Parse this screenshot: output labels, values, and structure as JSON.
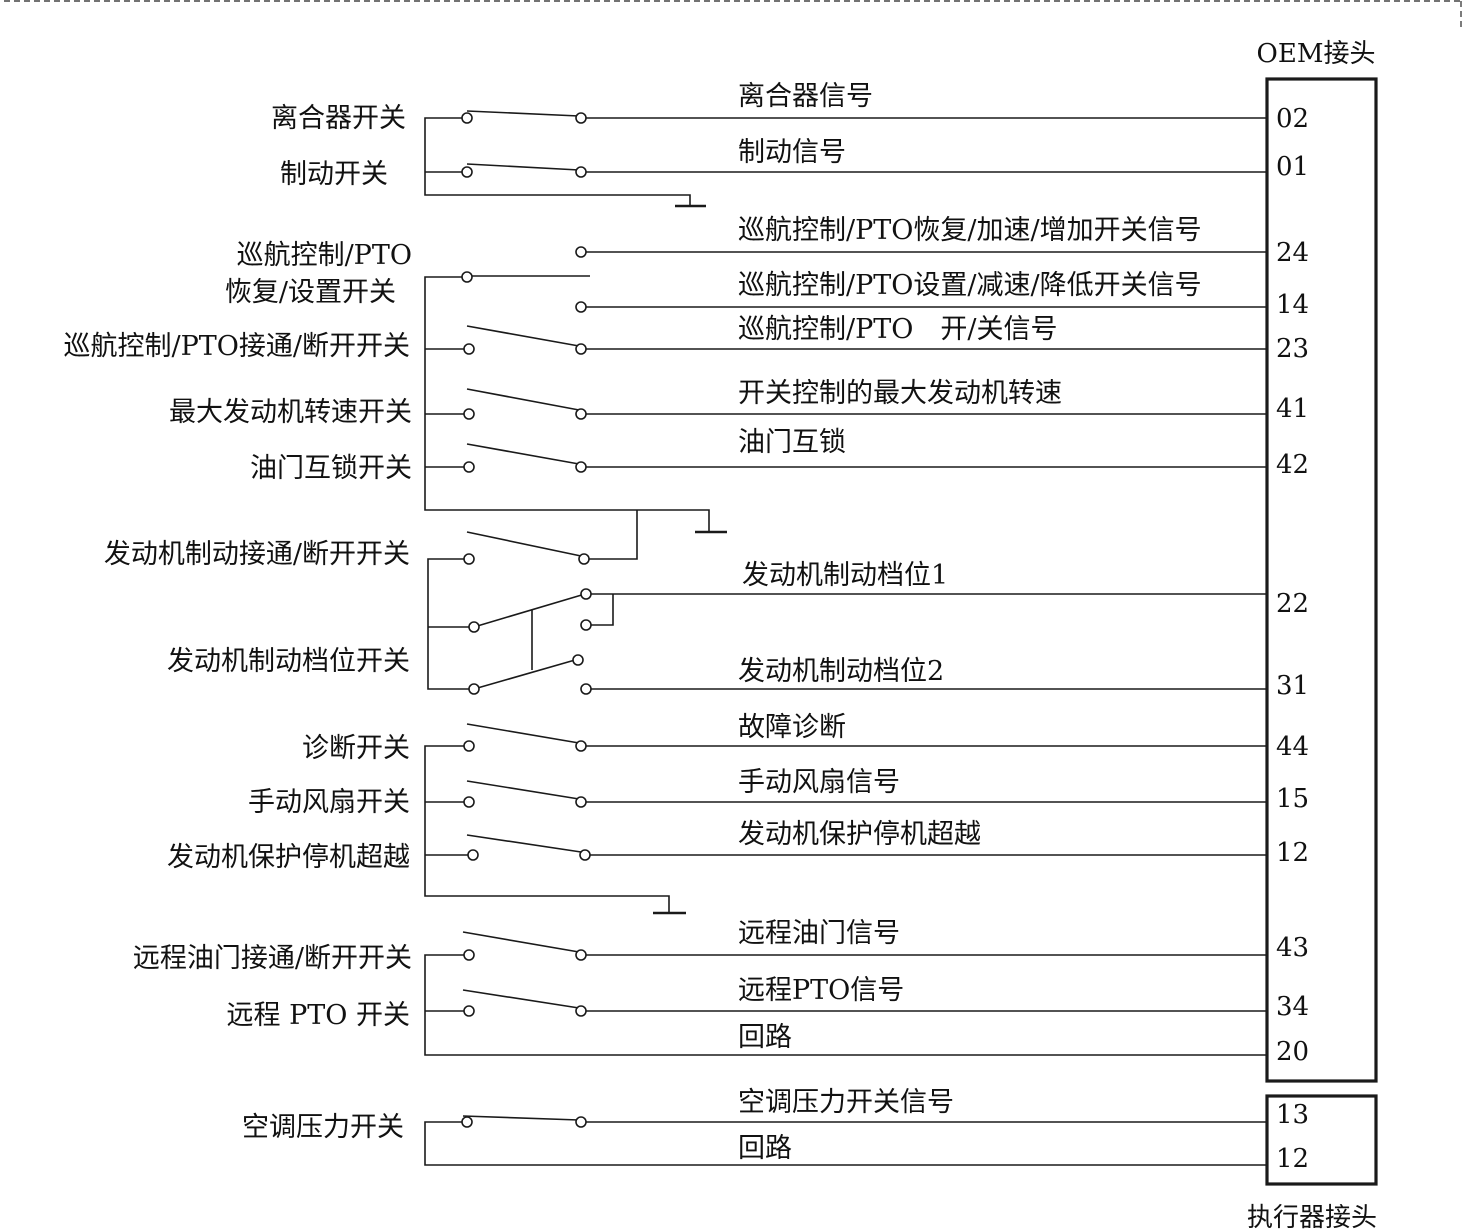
{
  "connectors": {
    "oem": {
      "title": "OEM接头",
      "pins": [
        "02",
        "01",
        "24",
        "14",
        "23",
        "41",
        "42",
        "22",
        "31",
        "44",
        "15",
        "12",
        "43",
        "34",
        "20"
      ]
    },
    "actuator": {
      "title": "执行器接头",
      "pins": [
        "13",
        "12"
      ]
    }
  },
  "switches": [
    "离合器开关",
    "制动开关",
    "巡航控制/PTO",
    "恢复/设置开关",
    "巡航控制/PTO接通/断开开关",
    "最大发动机转速开关",
    "油门互锁开关",
    "发动机制动接通/断开开关",
    "发动机制动档位开关",
    "诊断开关",
    "手动风扇开关",
    "发动机保护停机超越",
    "远程油门接通/断开开关",
    "远程 PTO 开关",
    "空调压力开关"
  ],
  "signals": [
    "离合器信号",
    "制动信号",
    "巡航控制/PTO恢复/加速/增加开关信号",
    "巡航控制/PTO设置/减速/降低开关信号",
    "巡航控制/PTO　开/关信号",
    "开关控制的最大发动机转速",
    "油门互锁",
    "发动机制动档位1",
    "发动机制动档位2",
    "故障诊断",
    "手动风扇信号",
    "发动机保护停机超越",
    "远程油门信号",
    "远程PTO信号",
    "回路",
    "空调压力开关信号",
    "回路"
  ]
}
